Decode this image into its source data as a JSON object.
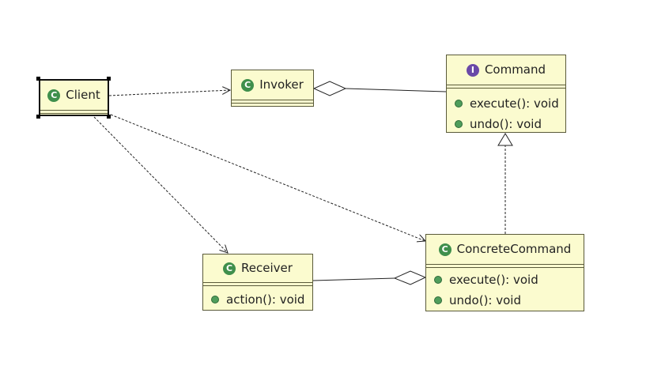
{
  "diagram": {
    "classes": [
      {
        "id": "client",
        "name": "Client",
        "kind": "class",
        "kind_glyph": "C",
        "selected": true,
        "members": []
      },
      {
        "id": "invoker",
        "name": "Invoker",
        "kind": "class",
        "kind_glyph": "C",
        "members": []
      },
      {
        "id": "command",
        "name": "Command",
        "kind": "interface",
        "kind_glyph": "I",
        "members": [
          "execute(): void",
          "undo(): void"
        ]
      },
      {
        "id": "receiver",
        "name": "Receiver",
        "kind": "class",
        "kind_glyph": "C",
        "members": [
          "action(): void"
        ]
      },
      {
        "id": "concrete",
        "name": "ConcreteCommand",
        "kind": "class",
        "kind_glyph": "C",
        "members": [
          "execute(): void",
          "undo(): void"
        ]
      }
    ],
    "relations": [
      {
        "type": "dependency",
        "from": "client",
        "to": "invoker"
      },
      {
        "type": "dependency",
        "from": "client",
        "to": "receiver"
      },
      {
        "type": "dependency",
        "from": "client",
        "to": "concrete"
      },
      {
        "type": "aggregation",
        "whole": "invoker",
        "part": "command"
      },
      {
        "type": "aggregation",
        "whole": "concrete",
        "part": "receiver"
      },
      {
        "type": "realization",
        "from": "concrete",
        "to": "command"
      }
    ],
    "colors": {
      "box_fill": "#fbfbcf",
      "box_border": "#5a5a3a",
      "line": "#222222",
      "class_icon": "#3f8f4c",
      "interface_icon": "#6a49a8",
      "member_dot": "#4f9d5b"
    }
  }
}
